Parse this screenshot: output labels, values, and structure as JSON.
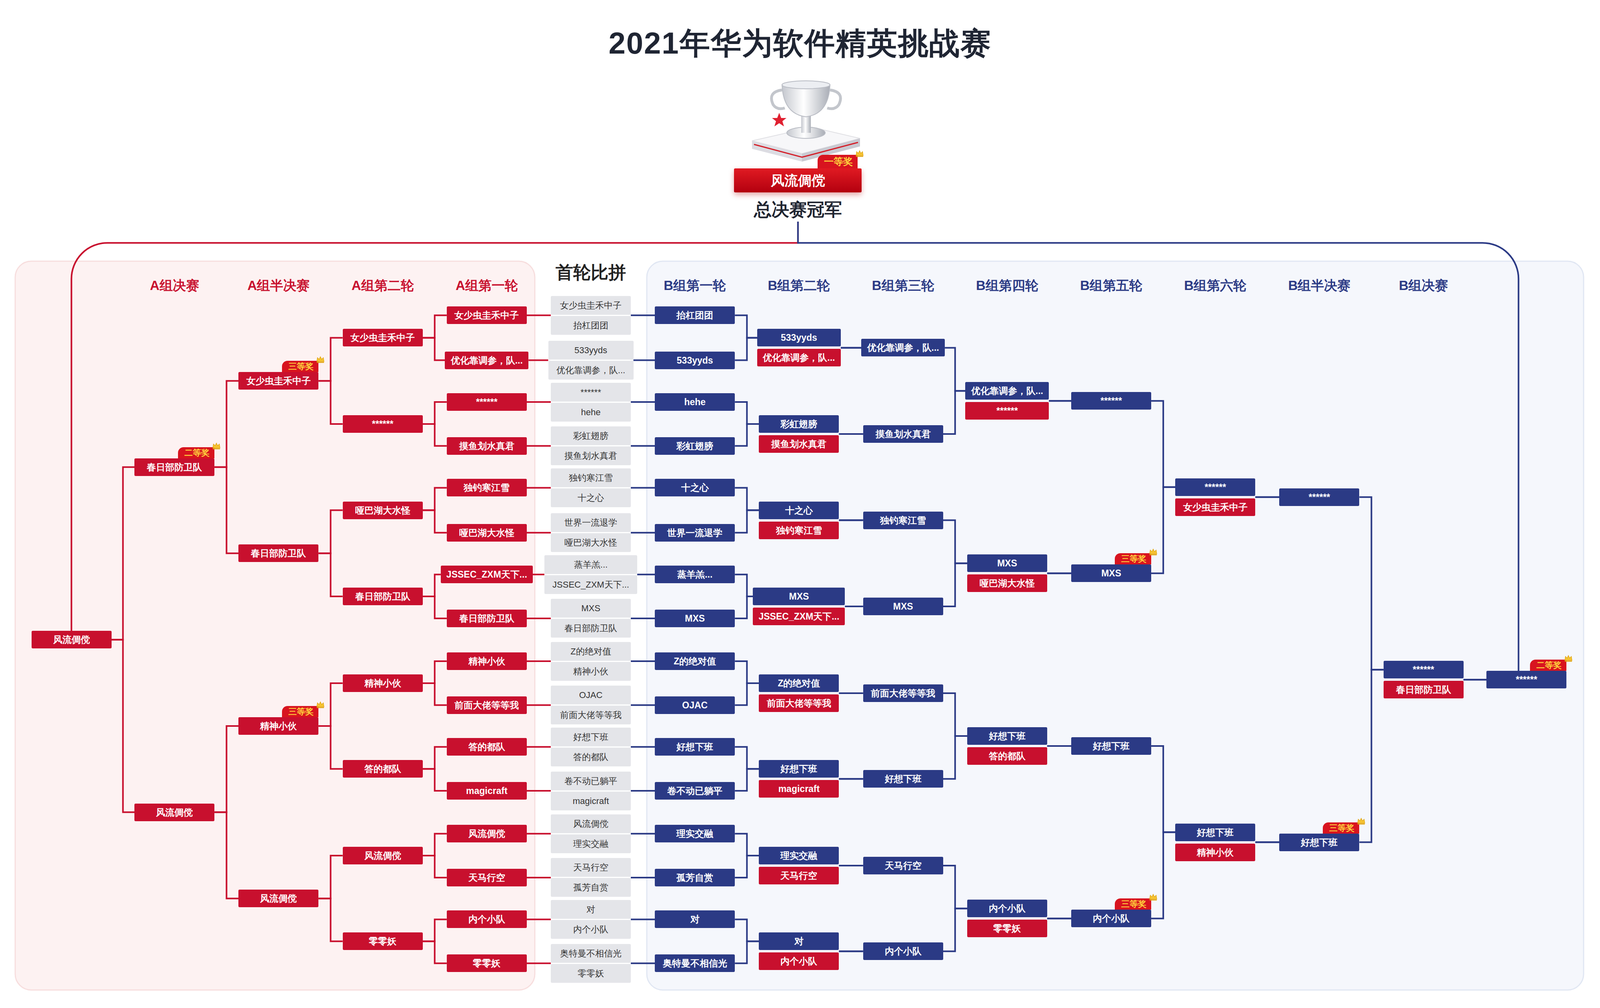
{
  "diagram": {
    "title": "2021年华为软件精英挑战赛",
    "nodes": [
      {
        "text": [
          "一等奖",
          "风流倜傥",
          "总决赛冠军"
        ]
      },
      {
        "text": [
          "风流倜傥"
        ]
      },
      {
        "text": [
          "二等奖",
          "春日部防卫队"
        ]
      },
      {
        "text": [
          "风流倜傥"
        ]
      },
      {
        "text": [
          "三等奖",
          "女少虫圭禾中子"
        ]
      },
      {
        "text": [
          "春日部防卫队"
        ]
      },
      {
        "text": [
          "三等奖",
          "精神小伙"
        ]
      },
      {
        "text": [
          "风流倜傥"
        ]
      },
      {
        "text": [
          "女少虫圭禾中子"
        ]
      },
      {
        "text": [
          "******"
        ]
      },
      {
        "text": [
          "哑巴湖大水怪"
        ]
      },
      {
        "text": [
          "春日部防卫队"
        ]
      },
      {
        "text": [
          "精神小伙"
        ]
      },
      {
        "text": [
          "答的都队"
        ]
      },
      {
        "text": [
          "风流倜傥"
        ]
      },
      {
        "text": [
          "零零妖"
        ]
      },
      {
        "text": [
          "女少虫圭禾中子"
        ]
      },
      {
        "text": [
          "优化靠调参，队..."
        ]
      },
      {
        "text": [
          "******"
        ]
      },
      {
        "text": [
          "摸鱼划水真君"
        ]
      },
      {
        "text": [
          "独钓寒江雪"
        ]
      },
      {
        "text": [
          "哑巴湖大水怪"
        ]
      },
      {
        "text": [
          "JSSEC_ZXM天下..."
        ]
      },
      {
        "text": [
          "春日部防卫队"
        ]
      },
      {
        "text": [
          "精神小伙"
        ]
      },
      {
        "text": [
          "前面大佬等等我"
        ]
      },
      {
        "text": [
          "答的都队"
        ]
      },
      {
        "text": [
          "magicraft"
        ]
      },
      {
        "text": [
          "风流倜傥"
        ]
      },
      {
        "text": [
          "天马行空"
        ]
      },
      {
        "text": [
          "内个小队"
        ]
      },
      {
        "text": [
          "零零妖"
        ]
      },
      {
        "text": [
          "女少虫圭禾中子",
          "抬杠团团"
        ]
      },
      {
        "text": [
          "533yyds",
          "优化靠调参，队..."
        ]
      },
      {
        "text": [
          "******",
          "hehe"
        ]
      },
      {
        "text": [
          "彩虹翅膀",
          "摸鱼划水真君"
        ]
      },
      {
        "text": [
          "独钓寒江雪",
          "十之心"
        ]
      },
      {
        "text": [
          "世界一流退学",
          "哑巴湖大水怪"
        ]
      },
      {
        "text": [
          "蒸羊羔...",
          "JSSEC_ZXM天下..."
        ]
      },
      {
        "text": [
          "MXS",
          "春日部防卫队"
        ]
      },
      {
        "text": [
          "Z的绝对值",
          "精神小伙"
        ]
      },
      {
        "text": [
          "OJAC",
          "前面大佬等等我"
        ]
      },
      {
        "text": [
          "好想下班",
          "答的都队"
        ]
      },
      {
        "text": [
          "卷不动已躺平",
          "magicraft"
        ]
      },
      {
        "text": [
          "风流倜傥",
          "理实交融"
        ]
      },
      {
        "text": [
          "天马行空",
          "孤芳自赏"
        ]
      },
      {
        "text": [
          "对",
          "内个小队"
        ]
      },
      {
        "text": [
          "奥特曼不相信光",
          "零零妖"
        ]
      },
      {
        "text": [
          "抬杠团团"
        ]
      },
      {
        "text": [
          "533yyds"
        ]
      },
      {
        "text": [
          "hehe"
        ]
      },
      {
        "text": [
          "彩虹翅膀"
        ]
      },
      {
        "text": [
          "十之心"
        ]
      },
      {
        "text": [
          "世界一流退学"
        ]
      },
      {
        "text": [
          "蒸羊羔..."
        ]
      },
      {
        "text": [
          "MXS"
        ]
      },
      {
        "text": [
          "Z的绝对值"
        ]
      },
      {
        "text": [
          "OJAC"
        ]
      },
      {
        "text": [
          "好想下班"
        ]
      },
      {
        "text": [
          "卷不动已躺平"
        ]
      },
      {
        "text": [
          "理实交融"
        ]
      },
      {
        "text": [
          "孤芳自赏"
        ]
      },
      {
        "text": [
          "对"
        ]
      },
      {
        "text": [
          "奥特曼不相信光"
        ]
      },
      {
        "text": [
          "533yyds"
        ]
      },
      {
        "text": [
          "优化靠调参，队..."
        ]
      },
      {
        "text": [
          "彩虹翅膀"
        ]
      },
      {
        "text": [
          "摸鱼划水真君"
        ]
      },
      {
        "text": [
          "十之心"
        ]
      },
      {
        "text": [
          "独钓寒江雪"
        ]
      },
      {
        "text": [
          "MXS"
        ]
      },
      {
        "text": [
          "JSSEC_ZXM天下..."
        ]
      },
      {
        "text": [
          "Z的绝对值"
        ]
      },
      {
        "text": [
          "前面大佬等等我"
        ]
      },
      {
        "text": [
          "好想下班"
        ]
      },
      {
        "text": [
          "magicraft"
        ]
      },
      {
        "text": [
          "理实交融"
        ]
      },
      {
        "text": [
          "天马行空"
        ]
      },
      {
        "text": [
          "对"
        ]
      },
      {
        "text": [
          "内个小队"
        ]
      },
      {
        "text": [
          "优化靠调参，队..."
        ]
      },
      {
        "text": [
          "摸鱼划水真君"
        ]
      },
      {
        "text": [
          "独钓寒江雪"
        ]
      },
      {
        "text": [
          "MXS"
        ]
      },
      {
        "text": [
          "前面大佬等等我"
        ]
      },
      {
        "text": [
          "好想下班"
        ]
      },
      {
        "text": [
          "天马行空"
        ]
      },
      {
        "text": [
          "内个小队"
        ]
      },
      {
        "text": [
          "优化靠调参，队..."
        ]
      },
      {
        "text": [
          "******"
        ]
      },
      {
        "text": [
          "MXS"
        ]
      },
      {
        "text": [
          "哑巴湖大水怪"
        ]
      },
      {
        "text": [
          "好想下班"
        ]
      },
      {
        "text": [
          "答的都队"
        ]
      },
      {
        "text": [
          "内个小队"
        ]
      },
      {
        "text": [
          "零零妖"
        ]
      },
      {
        "text": [
          "******"
        ]
      },
      {
        "text": [
          "三等奖",
          "MXS"
        ]
      },
      {
        "text": [
          "好想下班"
        ]
      },
      {
        "text": [
          "三等奖",
          "内个小队"
        ]
      },
      {
        "text": [
          "******"
        ]
      },
      {
        "text": [
          "女少虫圭禾中子"
        ]
      },
      {
        "text": [
          "好想下班"
        ]
      },
      {
        "text": [
          "精神小伙"
        ]
      },
      {
        "text": [
          "******"
        ]
      },
      {
        "text": [
          "三等奖",
          "好想下班"
        ]
      },
      {
        "text": [
          "******"
        ]
      },
      {
        "text": [
          "春日部防卫队"
        ]
      },
      {
        "text": [
          "二等奖",
          "******"
        ]
      }
    ],
    "edges": [
      {
        "from": 1,
        "to": 0,
        "arrow": "none"
      },
      {
        "from": 108,
        "to": 0,
        "arrow": "none"
      },
      {
        "from": 2,
        "to": 1,
        "arrow": "none"
      },
      {
        "from": 3,
        "to": 1,
        "arrow": "none"
      },
      {
        "from": 4,
        "to": 2,
        "arrow": "none"
      },
      {
        "from": 5,
        "to": 2,
        "arrow": "none"
      },
      {
        "from": 6,
        "to": 3,
        "arrow": "none"
      },
      {
        "from": 7,
        "to": 3,
        "arrow": "none"
      },
      {
        "from": 8,
        "to": 4,
        "arrow": "none"
      },
      {
        "from": 9,
        "to": 4,
        "arrow": "none"
      },
      {
        "from": 10,
        "to": 5,
        "arrow": "none"
      },
      {
        "from": 11,
        "to": 5,
        "arrow": "none"
      },
      {
        "from": 12,
        "to": 6,
        "arrow": "none"
      },
      {
        "from": 13,
        "to": 6,
        "arrow": "none"
      },
      {
        "from": 14,
        "to": 7,
        "arrow": "none"
      },
      {
        "from": 15,
        "to": 7,
        "arrow": "none"
      },
      {
        "from": 16,
        "to": 8,
        "arrow": "none"
      },
      {
        "from": 17,
        "to": 8,
        "arrow": "none"
      },
      {
        "from": 18,
        "to": 9,
        "arrow": "none"
      },
      {
        "from": 19,
        "to": 9,
        "arrow": "none"
      },
      {
        "from": 20,
        "to": 10,
        "arrow": "none"
      },
      {
        "from": 21,
        "to": 10,
        "arrow": "none"
      },
      {
        "from": 22,
        "to": 11,
        "arrow": "none"
      },
      {
        "from": 23,
        "to": 11,
        "arrow": "none"
      },
      {
        "from": 24,
        "to": 12,
        "arrow": "none"
      },
      {
        "from": 25,
        "to": 12,
        "arrow": "none"
      },
      {
        "from": 26,
        "to": 13,
        "arrow": "none"
      },
      {
        "from": 27,
        "to": 13,
        "arrow": "none"
      },
      {
        "from": 28,
        "to": 14,
        "arrow": "none"
      },
      {
        "from": 29,
        "to": 14,
        "arrow": "none"
      },
      {
        "from": 30,
        "to": 15,
        "arrow": "none"
      },
      {
        "from": 31,
        "to": 15,
        "arrow": "none"
      },
      {
        "from": 32,
        "to": 16,
        "arrow": "none"
      },
      {
        "from": 33,
        "to": 17,
        "arrow": "none"
      },
      {
        "from": 34,
        "to": 18,
        "arrow": "none"
      },
      {
        "from": 35,
        "to": 19,
        "arrow": "none"
      },
      {
        "from": 36,
        "to": 20,
        "arrow": "none"
      },
      {
        "from": 37,
        "to": 21,
        "arrow": "none"
      },
      {
        "from": 38,
        "to": 22,
        "arrow": "none"
      },
      {
        "from": 39,
        "to": 23,
        "arrow": "none"
      },
      {
        "from": 40,
        "to": 24,
        "arrow": "none"
      },
      {
        "from": 41,
        "to": 25,
        "arrow": "none"
      },
      {
        "from": 42,
        "to": 26,
        "arrow": "none"
      },
      {
        "from": 43,
        "to": 27,
        "arrow": "none"
      },
      {
        "from": 44,
        "to": 28,
        "arrow": "none"
      },
      {
        "from": 45,
        "to": 29,
        "arrow": "none"
      },
      {
        "from": 46,
        "to": 30,
        "arrow": "none"
      },
      {
        "from": 47,
        "to": 31,
        "arrow": "none"
      },
      {
        "from": 32,
        "to": 48,
        "arrow": "none"
      },
      {
        "from": 33,
        "to": 49,
        "arrow": "none"
      },
      {
        "from": 34,
        "to": 50,
        "arrow": "none"
      },
      {
        "from": 35,
        "to": 51,
        "arrow": "none"
      },
      {
        "from": 36,
        "to": 52,
        "arrow": "none"
      },
      {
        "from": 37,
        "to": 53,
        "arrow": "none"
      },
      {
        "from": 38,
        "to": 54,
        "arrow": "none"
      },
      {
        "from": 39,
        "to": 55,
        "arrow": "none"
      },
      {
        "from": 40,
        "to": 56,
        "arrow": "none"
      },
      {
        "from": 41,
        "to": 57,
        "arrow": "none"
      },
      {
        "from": 42,
        "to": 58,
        "arrow": "none"
      },
      {
        "from": 43,
        "to": 59,
        "arrow": "none"
      },
      {
        "from": 44,
        "to": 60,
        "arrow": "none"
      },
      {
        "from": 45,
        "to": 61,
        "arrow": "none"
      },
      {
        "from": 46,
        "to": 62,
        "arrow": "none"
      },
      {
        "from": 47,
        "to": 63,
        "arrow": "none"
      },
      {
        "from": 48,
        "to": 64,
        "arrow": "none"
      },
      {
        "from": 49,
        "to": 64,
        "arrow": "none"
      },
      {
        "from": 50,
        "to": 66,
        "arrow": "none"
      },
      {
        "from": 51,
        "to": 66,
        "arrow": "none"
      },
      {
        "from": 52,
        "to": 68,
        "arrow": "none"
      },
      {
        "from": 53,
        "to": 68,
        "arrow": "none"
      },
      {
        "from": 54,
        "to": 70,
        "arrow": "none"
      },
      {
        "from": 55,
        "to": 70,
        "arrow": "none"
      },
      {
        "from": 56,
        "to": 72,
        "arrow": "none"
      },
      {
        "from": 57,
        "to": 72,
        "arrow": "none"
      },
      {
        "from": 58,
        "to": 74,
        "arrow": "none"
      },
      {
        "from": 59,
        "to": 74,
        "arrow": "none"
      },
      {
        "from": 60,
        "to": 76,
        "arrow": "none"
      },
      {
        "from": 61,
        "to": 76,
        "arrow": "none"
      },
      {
        "from": 62,
        "to": 78,
        "arrow": "none"
      },
      {
        "from": 63,
        "to": 78,
        "arrow": "none"
      },
      {
        "from": 64,
        "to": 80,
        "arrow": "none"
      },
      {
        "from": 65,
        "to": 80,
        "arrow": "none"
      },
      {
        "from": 66,
        "to": 81,
        "arrow": "none"
      },
      {
        "from": 67,
        "to": 81,
        "arrow": "none"
      },
      {
        "from": 68,
        "to": 82,
        "arrow": "none"
      },
      {
        "from": 69,
        "to": 82,
        "arrow": "none"
      },
      {
        "from": 70,
        "to": 83,
        "arrow": "none"
      },
      {
        "from": 71,
        "to": 83,
        "arrow": "none"
      },
      {
        "from": 72,
        "to": 84,
        "arrow": "none"
      },
      {
        "from": 73,
        "to": 84,
        "arrow": "none"
      },
      {
        "from": 74,
        "to": 85,
        "arrow": "none"
      },
      {
        "from": 75,
        "to": 85,
        "arrow": "none"
      },
      {
        "from": 76,
        "to": 86,
        "arrow": "none"
      },
      {
        "from": 77,
        "to": 86,
        "arrow": "none"
      },
      {
        "from": 78,
        "to": 87,
        "arrow": "none"
      },
      {
        "from": 79,
        "to": 87,
        "arrow": "none"
      },
      {
        "from": 80,
        "to": 88,
        "arrow": "none"
      },
      {
        "from": 81,
        "to": 88,
        "arrow": "none"
      },
      {
        "from": 82,
        "to": 90,
        "arrow": "none"
      },
      {
        "from": 83,
        "to": 90,
        "arrow": "none"
      },
      {
        "from": 84,
        "to": 92,
        "arrow": "none"
      },
      {
        "from": 85,
        "to": 92,
        "arrow": "none"
      },
      {
        "from": 86,
        "to": 94,
        "arrow": "none"
      },
      {
        "from": 87,
        "to": 94,
        "arrow": "none"
      },
      {
        "from": 88,
        "to": 96,
        "arrow": "none"
      },
      {
        "from": 89,
        "to": 96,
        "arrow": "none"
      },
      {
        "from": 90,
        "to": 97,
        "arrow": "none"
      },
      {
        "from": 91,
        "to": 97,
        "arrow": "none"
      },
      {
        "from": 92,
        "to": 98,
        "arrow": "none"
      },
      {
        "from": 93,
        "to": 98,
        "arrow": "none"
      },
      {
        "from": 94,
        "to": 99,
        "arrow": "none"
      },
      {
        "from": 95,
        "to": 99,
        "arrow": "none"
      },
      {
        "from": 96,
        "to": 100,
        "arrow": "none"
      },
      {
        "from": 97,
        "to": 100,
        "arrow": "none"
      },
      {
        "from": 98,
        "to": 102,
        "arrow": "none"
      },
      {
        "from": 99,
        "to": 102,
        "arrow": "none"
      },
      {
        "from": 100,
        "to": 104,
        "arrow": "none"
      },
      {
        "from": 101,
        "to": 104,
        "arrow": "none"
      },
      {
        "from": 102,
        "to": 105,
        "arrow": "none"
      },
      {
        "from": 103,
        "to": 105,
        "arrow": "none"
      },
      {
        "from": 104,
        "to": 106,
        "arrow": "none"
      },
      {
        "from": 105,
        "to": 106,
        "arrow": "none"
      },
      {
        "from": 106,
        "to": 108,
        "arrow": "none"
      },
      {
        "from": 107,
        "to": 108,
        "arrow": "none"
      }
    ],
    "labels": [
      "A组决赛",
      "A组半决赛",
      "A组第二轮",
      "A组第一轮",
      "首轮比拼",
      "B组第一轮",
      "B组第二轮",
      "B组第三轮",
      "B组第四轮",
      "B组第五轮",
      "B组第六轮",
      "B组半决赛",
      "B组决赛"
    ]
  }
}
